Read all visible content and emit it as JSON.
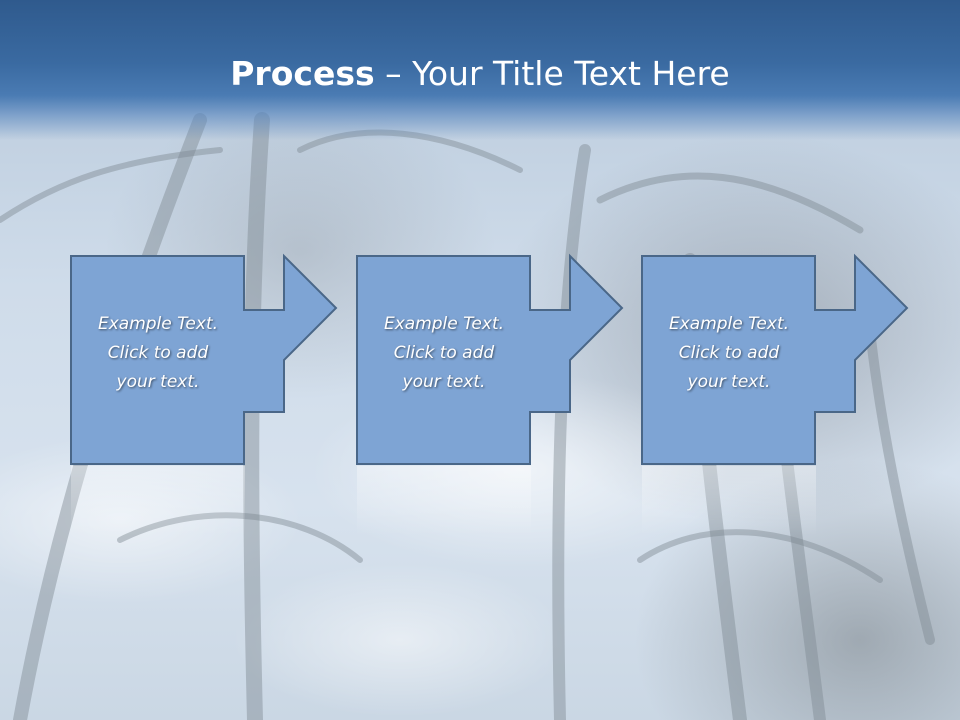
{
  "slide": {
    "title_bold": "Process",
    "title_rest": " – Your Title Text Here"
  },
  "steps": [
    {
      "lines": [
        "Example Text.",
        "Click  to add",
        "your text."
      ]
    },
    {
      "lines": [
        "Example Text.",
        "Click  to add",
        "your text."
      ]
    },
    {
      "lines": [
        "Example Text.",
        "Click  to add",
        "your text."
      ]
    }
  ],
  "colors": {
    "header": "#3a6aa1",
    "box_fill": "#7ea4d4",
    "box_stroke": "#4a6788",
    "text": "#ffffff"
  },
  "icons": [
    "right-arrow-icon"
  ]
}
